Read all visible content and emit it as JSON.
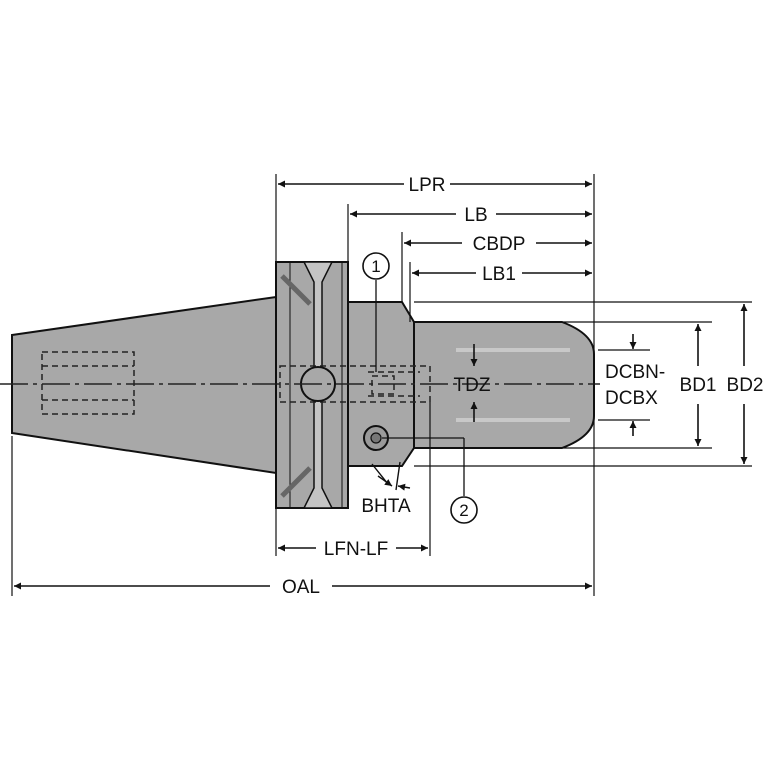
{
  "dimensions": {
    "lpr": "LPR",
    "lb": "LB",
    "cbdp": "CBDP",
    "lb1": "LB1",
    "tdz": "TDZ",
    "dcbn": "DCBN-",
    "dcbx": "DCBX",
    "bd1": "BD1",
    "bd2": "BD2",
    "bhta": "BHTA",
    "lfn_lf": "LFN-LF",
    "oal": "OAL"
  },
  "callouts": {
    "one": "1",
    "two": "2"
  },
  "colors": {
    "body": "#a8a8a8",
    "body_light": "#c4c4c4",
    "outline": "#111111",
    "hidden": "#222222"
  }
}
